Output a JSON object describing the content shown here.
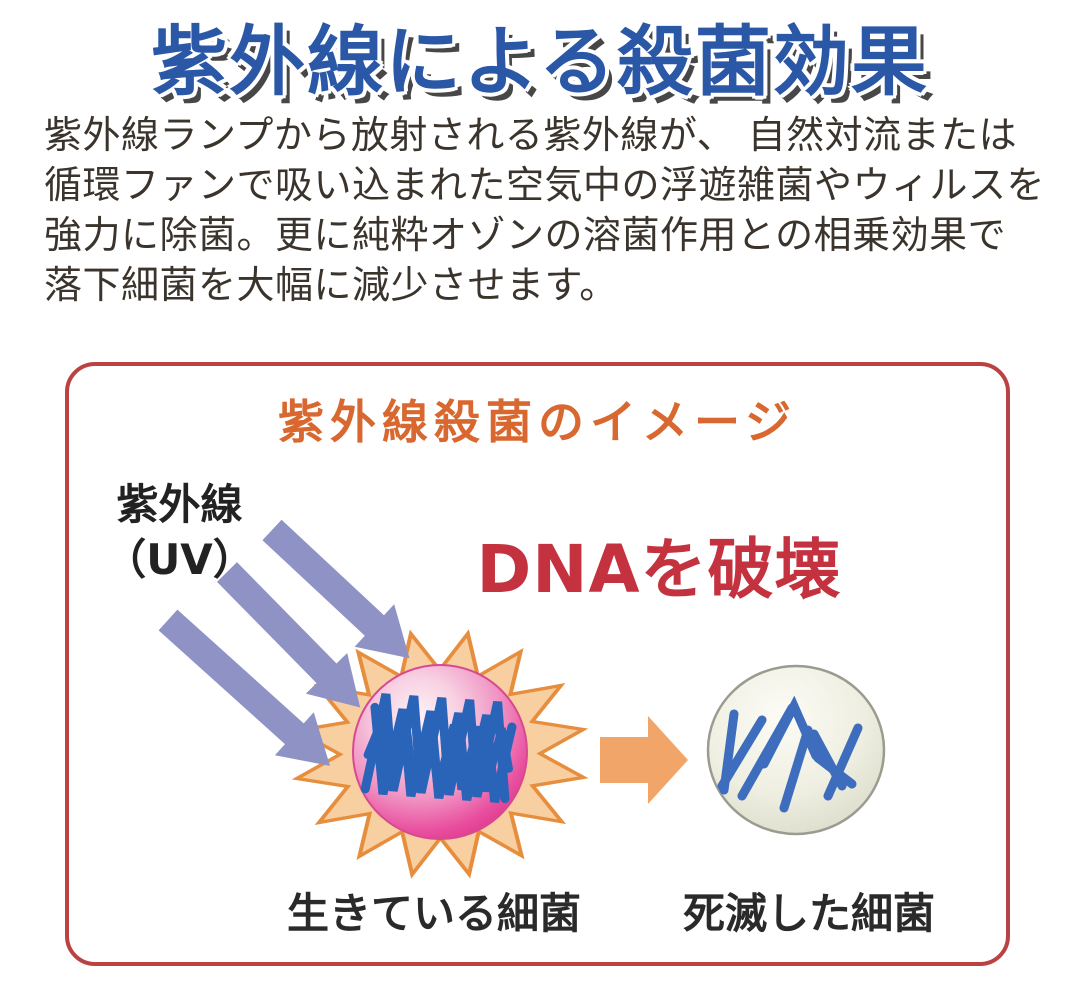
{
  "title": "紫外線による殺菌効果",
  "intro": {
    "lines": [
      "紫外線ランプから放射される紫外線が、 自然対流または",
      "循環ファンで吸い込まれた空気中の浮遊雑菌やウィルスを",
      "強力に除菌。更に純粋オゾンの溶菌作用との相乗効果で",
      "落下細菌を大幅に減少させます。"
    ]
  },
  "diagram": {
    "title": "紫外線殺菌のイメージ",
    "uv_label": {
      "line1": "紫外線",
      "line2": "（UV）"
    },
    "dna_text": "DNAを破壊",
    "living_label": "生きている細菌",
    "dead_label": "死滅した細菌"
  },
  "colors": {
    "title_blue": "#2b57a7",
    "title_shadow": "#474747",
    "body_text": "#3a342c",
    "box_border_red": "#bb4242",
    "diagram_title_orange": "#d8682f",
    "dna_caption_red": "#c4323f",
    "uv_arrow_purple": "#8f92c5",
    "starburst_fill": "#f8cfa0",
    "starburst_stroke": "#e68e3e",
    "living_cell_pink": "#dd2f86",
    "dna_strand_blue": "#2a64b8",
    "transition_arrow_orange": "#f2a569",
    "dead_cell_gray": "#d7d7c5"
  }
}
